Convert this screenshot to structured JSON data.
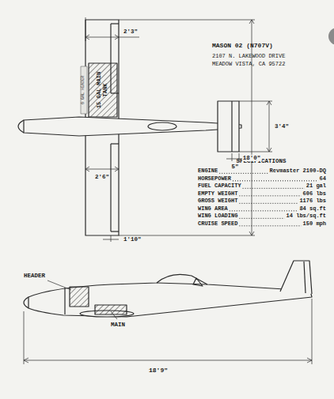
{
  "diagram": {
    "title": "MASON 02 (N707V)",
    "labels": [
      "2107 N. LAKEWOOD DRIVE",
      "MEADOW VISTA, CA 95722",
      "2'3\"",
      "3'4\"",
      "6 GAL HEADER",
      "15 GAL MAIN TANK",
      "5\"",
      "2'6\"",
      "SPECIFICATIONS",
      "ENGINE",
      "Revmaster 2100-DQ",
      "HORSEPOWER",
      "64",
      "FUEL CAPACITY",
      "21 gal",
      "EMPTY WEIGHT",
      "606 lbs",
      "GROSS WEIGHT",
      "1176 lbs",
      "WING AREA",
      "84 sq.ft",
      "WING LOADING",
      "14 lbs/sq.ft",
      "CRUISE SPEED",
      "150 mph",
      "18'0\"",
      "1'10\"",
      "HEADER",
      "MAIN",
      "18'9\""
    ]
  }
}
